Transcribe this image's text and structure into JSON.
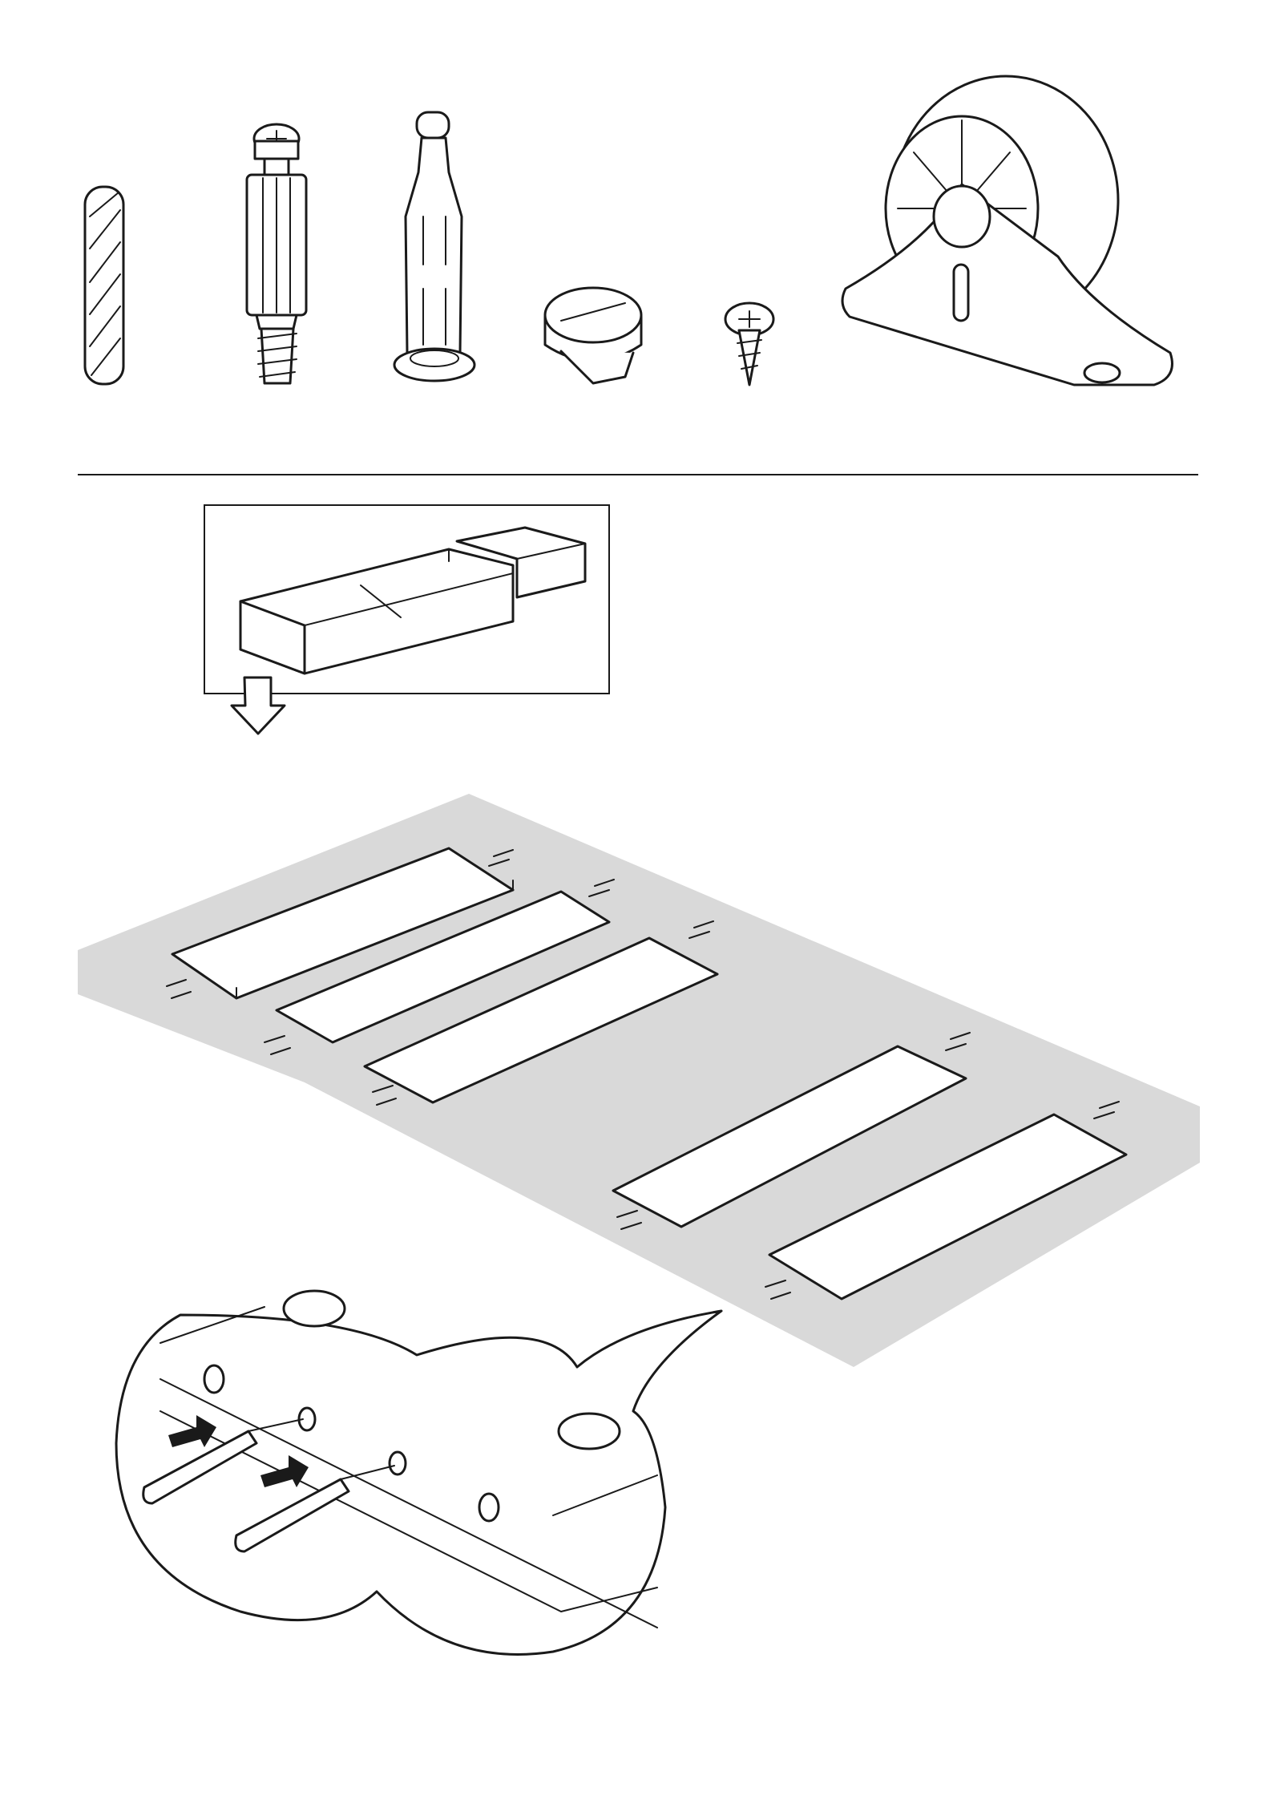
{
  "document": {
    "type": "assembly-instruction-page",
    "text_content": [],
    "hardware_parts": [
      {
        "name": "wooden-dowel",
        "icon": "dowel-icon"
      },
      {
        "name": "cam-bolt",
        "icon": "cam-bolt-icon"
      },
      {
        "name": "plastic-dowel",
        "icon": "plastic-dowel-icon"
      },
      {
        "name": "cam-lock",
        "icon": "cam-lock-icon"
      },
      {
        "name": "screw",
        "icon": "screw-icon"
      },
      {
        "name": "caster-wheel",
        "icon": "caster-wheel-icon"
      }
    ],
    "colors": {
      "line": "#1a1a1a",
      "surface": "#d9d9d9",
      "background": "#ffffff"
    }
  }
}
